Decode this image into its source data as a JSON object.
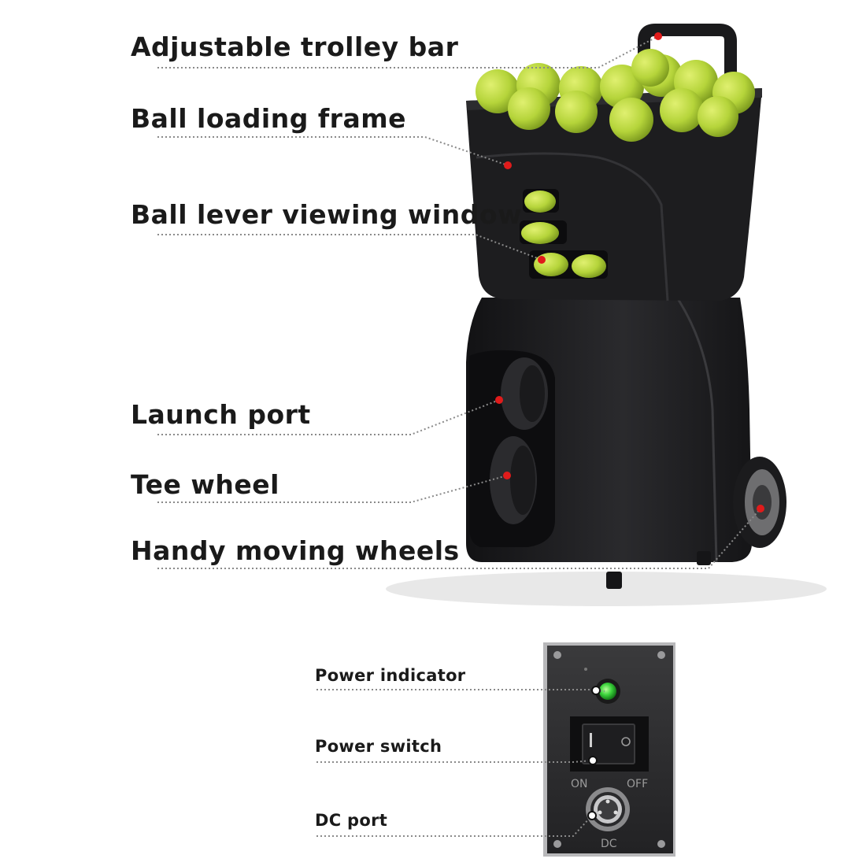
{
  "machine_labels": [
    {
      "id": "trolley",
      "text": "Adjustable trolley bar"
    },
    {
      "id": "frame",
      "text": "Ball loading frame"
    },
    {
      "id": "window",
      "text": "Ball lever viewing window"
    },
    {
      "id": "launch",
      "text": "Launch port"
    },
    {
      "id": "tee",
      "text": "Tee wheel"
    },
    {
      "id": "wheels",
      "text": "Handy moving wheels"
    }
  ],
  "panel_labels": [
    {
      "id": "indicator",
      "text": "Power indicator"
    },
    {
      "id": "switch",
      "text": "Power switch"
    },
    {
      "id": "dc",
      "text": "DC port"
    }
  ],
  "panel": {
    "switch_on_symbol": "I",
    "switch_off_symbol": "O",
    "on_text": "ON",
    "off_text": "OFF",
    "dc_text": "DC"
  },
  "colors": {
    "machine_body": "#1f1f21",
    "ball": "#b5d43a",
    "marker": "#e01b1b",
    "panel": "#2b2b2d",
    "indicator": "#39d13a"
  }
}
